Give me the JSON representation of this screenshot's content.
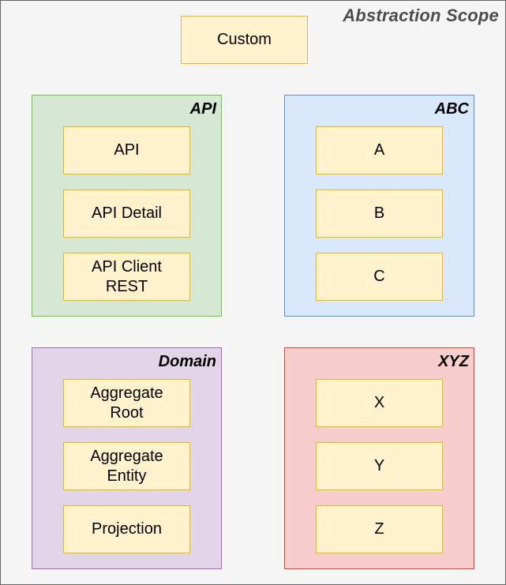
{
  "scope": {
    "title": "Abstraction Scope",
    "custom_label": "Custom"
  },
  "groups": [
    {
      "title": "API",
      "items": [
        "API",
        "API Detail",
        "API Client\nREST"
      ]
    },
    {
      "title": "ABC",
      "items": [
        "A",
        "B",
        "C"
      ]
    },
    {
      "title": "Domain",
      "items": [
        "Aggregate\nRoot",
        "Aggregate\nEntity",
        "Projection"
      ]
    },
    {
      "title": "XYZ",
      "items": [
        "X",
        "Y",
        "Z"
      ]
    }
  ],
  "colors": {
    "note_fill": "#fff2cc",
    "api_fill": "#d5e8d4",
    "abc_fill": "#dae8fc",
    "domain_fill": "#e1d5e7",
    "xyz_fill": "#f8cecc",
    "canvas_fill": "#f5f5f5"
  }
}
